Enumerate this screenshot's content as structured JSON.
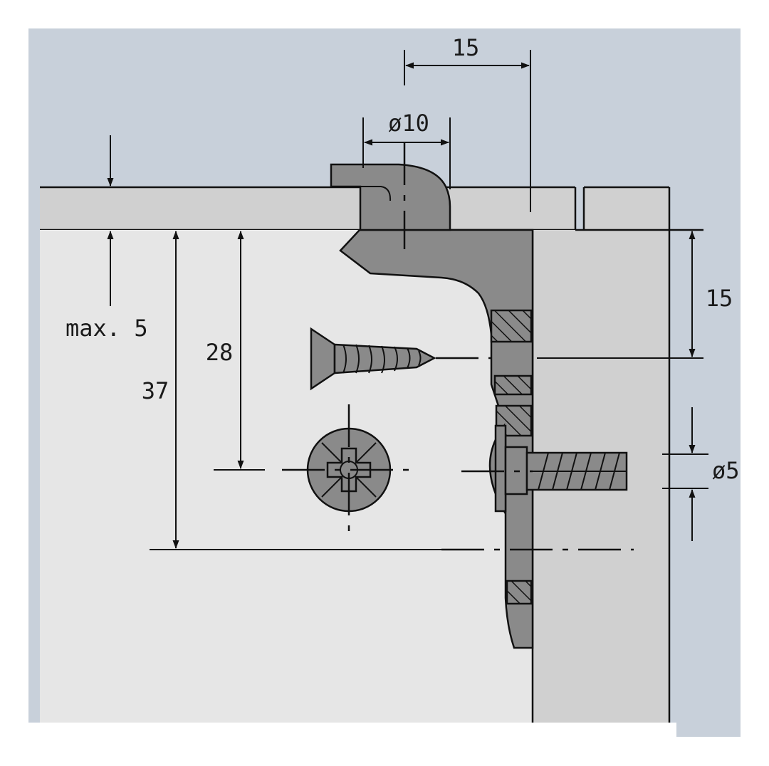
{
  "colors": {
    "background": "#c8d0da",
    "panel_light": "#e6e6e6",
    "panel_mid": "#d0d0d0",
    "part": "#8a8a8a",
    "outline": "#111111"
  },
  "dimensions": {
    "top_width": "15",
    "pin_diameter": "ø10",
    "right_height": "15",
    "max_depth": "max. 5",
    "depth_28": "28",
    "depth_37": "37",
    "screw_diameter": "ø5"
  },
  "icons": [
    "wood-screw-icon",
    "pozidriv-head-icon",
    "euro-screw-icon"
  ]
}
